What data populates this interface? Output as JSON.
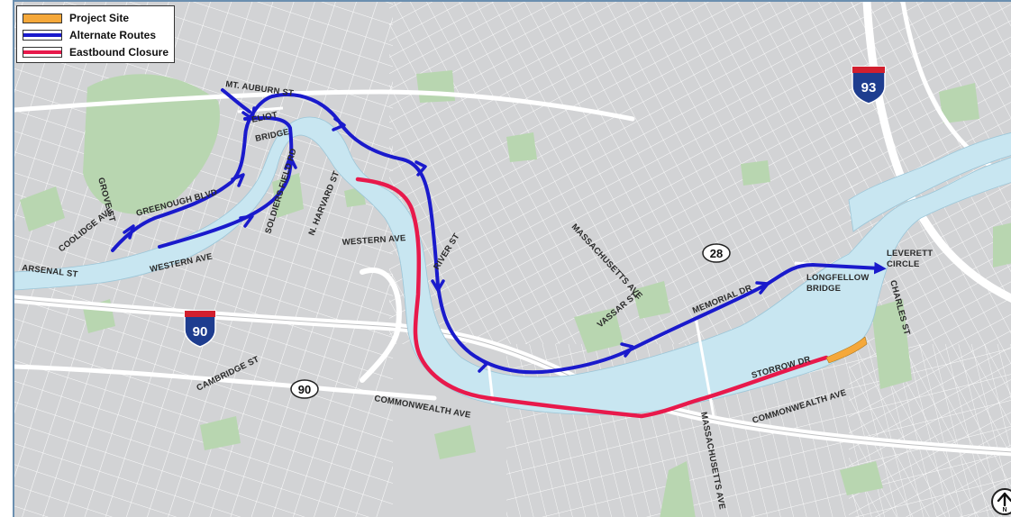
{
  "legend": {
    "items": [
      {
        "label": "Project Site",
        "color": "#f5a83a",
        "kind": "swatch"
      },
      {
        "label": "Alternate Routes",
        "color": "#1a1acc",
        "kind": "line"
      },
      {
        "label": "Eastbound Closure",
        "color": "#e8194b",
        "kind": "line"
      }
    ]
  },
  "colors": {
    "land": "#d2d3d5",
    "street": "#ffffff",
    "water": "#c8e6f1",
    "park": "#b8d6b0",
    "alternate_route": "#1a1acc",
    "closure": "#e8194b",
    "project_site": "#f5a83a"
  },
  "shields": {
    "i93": "93",
    "i90": "90",
    "route90": "90",
    "route28": "28"
  },
  "labels": {
    "mt_auburn": "MT. AUBURN ST",
    "eliot": "ELIOT",
    "bridge": "BRIDGE",
    "grove": "GROVE ST",
    "greenough": "GREENOUGH BLVD",
    "coolidge": "COOLIDGE AVE",
    "soldiers_field": "SOLDIERS FIELD RD",
    "n_harvard": "N. HARVARD ST",
    "western_ave_1": "WESTERN AVE",
    "western_ave_2": "WESTERN AVE",
    "arsenal": "ARSENAL ST",
    "river_st": "RIVER ST",
    "mass_ave_1": "MASSACHUSETTS AVE",
    "vassar": "VASSAR ST",
    "memorial_dr": "MEMORIAL DR",
    "longfellow_1": "LONGFELLOW",
    "longfellow_2": "BRIDGE",
    "leverett_1": "LEVERETT",
    "leverett_2": "CIRCLE",
    "charles": "CHARLES ST",
    "storrow": "STORROW DR",
    "commonwealth_1": "COMMONWEALTH AVE",
    "commonwealth_2": "COMMONWEALTH AVE",
    "cambridge": "CAMBRIDGE ST",
    "mass_ave_2": "MASSACHUSETTS AVE"
  },
  "north_arrow": {
    "letter": "N"
  }
}
